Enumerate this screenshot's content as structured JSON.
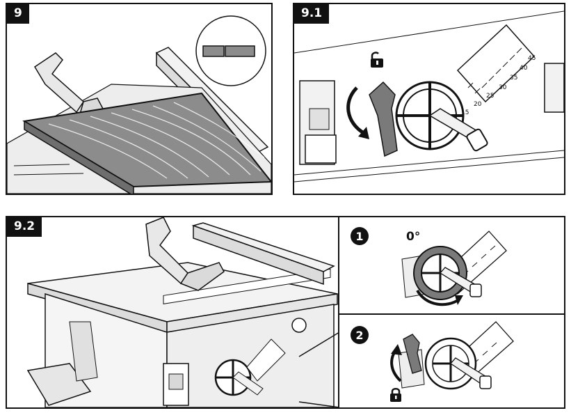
{
  "panels": {
    "p9": {
      "label": "9"
    },
    "p91": {
      "label": "9.1",
      "scale_ticks": [
        "15",
        "20",
        "25",
        "30",
        "35",
        "40",
        "45"
      ]
    },
    "p92": {
      "label": "9.2"
    }
  },
  "steps": {
    "step1": {
      "number": "1",
      "angle": "0°"
    },
    "step2": {
      "number": "2"
    }
  },
  "icons": {
    "unlock": "unlock-icon",
    "lock": "lock-icon"
  },
  "colors": {
    "line": "#111111",
    "grey": "#8a8a8a",
    "light_grey": "#d9d9d9"
  }
}
